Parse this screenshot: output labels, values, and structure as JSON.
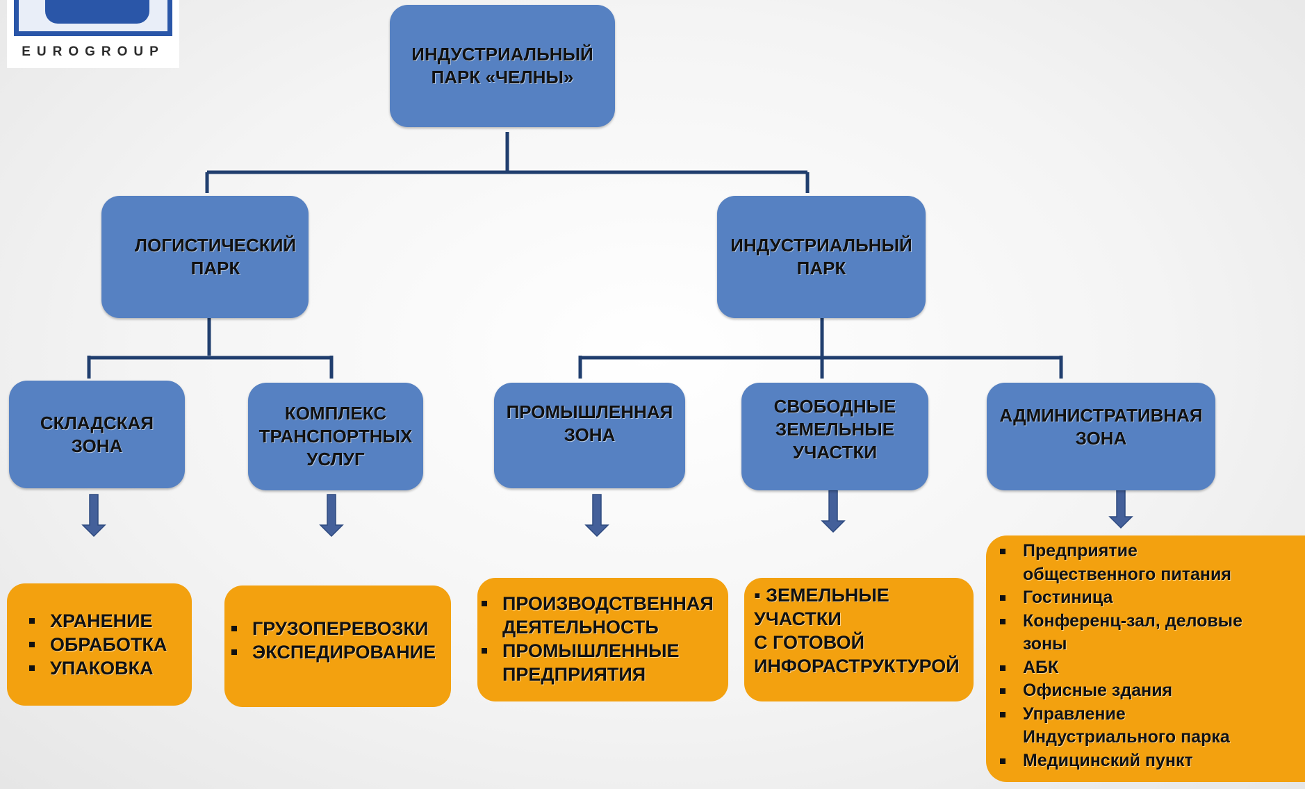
{
  "logo": {
    "text": "EUROGROUP"
  },
  "colors": {
    "blue_box": "#5681c2",
    "orange_box": "#f3a10f",
    "connector": "#203e6e",
    "arrow": "#44609a"
  },
  "root": {
    "label": "ИНДУСТРИАЛЬНЫЙ\nПАРК «ЧЕЛНЫ»"
  },
  "level2": [
    {
      "label": "ЛОГИСТИЧЕСКИЙ\nПАРК"
    },
    {
      "label": "ИНДУСТРИАЛЬНЫЙ\nПАРК"
    }
  ],
  "zones": [
    {
      "label": "СКЛАДСКАЯ\nЗОНА",
      "items": [
        "ХРАНЕНИЕ",
        "ОБРАБОТКА",
        "УПАКОВКА"
      ]
    },
    {
      "label": "КОМПЛЕКС\nТРАНСПОРТНЫХ\nУСЛУГ",
      "items": [
        "ГРУЗОПЕРЕВОЗКИ",
        "ЭКСПЕДИРОВАНИЕ"
      ]
    },
    {
      "label": "ПРОМЫШЛЕННАЯ\nЗОНА",
      "items": [
        "ПРОИЗВОДСТВЕННАЯ\nДЕЯТЕЛЬНОСТЬ",
        "ПРОМЫШЛЕННЫЕ\nПРЕДПРИЯТИЯ"
      ]
    },
    {
      "label": "СВОБОДНЫЕ\nЗЕМЕЛЬНЫЕ\nУЧАСТКИ",
      "items": [
        "ЗЕМЕЛЬНЫЕ\nУЧАСТКИ\nС ГОТОВОЙ\nИНФОРАСТРУКТУРОЙ"
      ]
    },
    {
      "label": "АДМИНИСТРАТИВНАЯ\nЗОНА",
      "items": [
        "Предприятие\nобщественного питания",
        "Гостиница",
        "Конференц-зал, деловые\nзоны",
        "АБК",
        "Офисные здания",
        "Управление\nИндустриального парка",
        "Медицинский пункт"
      ]
    }
  ]
}
